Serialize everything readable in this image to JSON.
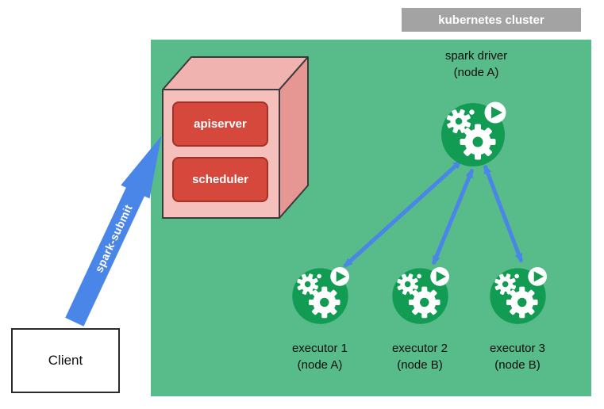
{
  "cluster_label": "kubernetes cluster",
  "client": {
    "label": "Client"
  },
  "spark_submit_label": "spark-submit",
  "control_plane": {
    "apiserver_label": "apiserver",
    "scheduler_label": "scheduler"
  },
  "driver": {
    "title": "spark driver",
    "subtitle": "(node A)"
  },
  "executors": [
    {
      "title": "executor 1",
      "subtitle": "(node A)"
    },
    {
      "title": "executor 2",
      "subtitle": "(node B)"
    },
    {
      "title": "executor 3",
      "subtitle": "(node B)"
    }
  ],
  "icons": {
    "pod": "spark-pod-icon: green circle with white gears and play button",
    "gear": "gear-icon",
    "play": "play-icon",
    "arrow": "double-headed-arrow"
  },
  "colors": {
    "cluster_bg": "#57BB8A",
    "icon_green": "#119B53",
    "arrow_blue": "#4a86e8",
    "box_red": "#D6483C",
    "box_red_border": "#A33127",
    "cube_front_pink": "#F5BFBC",
    "cube_top_pink": "#F1B3B0",
    "cube_side_pink": "#E79793",
    "label_gray": "#A3A3A3"
  }
}
